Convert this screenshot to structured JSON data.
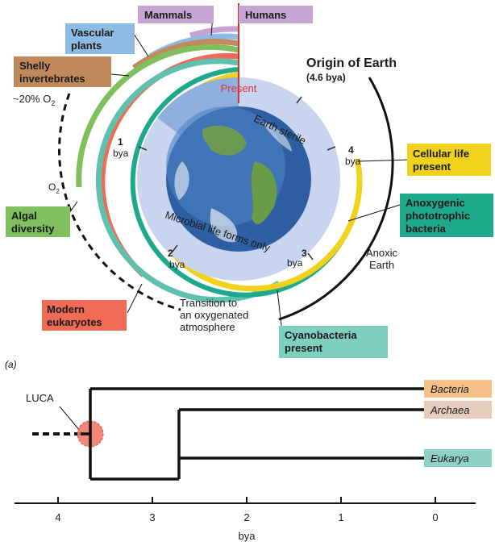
{
  "panel_a": {
    "label": "(a)",
    "present_label": "Present",
    "origin_title": "Origin of Earth",
    "origin_sub": "(4.6 bya)",
    "earth_sterile": "Earth sterile",
    "microbial": "Microbial life forms only",
    "o2_left": "~20% O",
    "o2_left_sub": "2",
    "o2_small": "O",
    "o2_small_sub": "2",
    "anoxic": [
      "Anoxic",
      "Earth"
    ],
    "transition": [
      "Transition to",
      "an oxygenated",
      "atmosphere"
    ],
    "ticks": [
      {
        "num": "1",
        "unit": "bya"
      },
      {
        "num": "2",
        "unit": "bya"
      },
      {
        "num": "3",
        "unit": "bya"
      },
      {
        "num": "4",
        "unit": "bya"
      }
    ],
    "boxes": {
      "mammals": {
        "lines": [
          "Mammals"
        ],
        "color": "#c7a3d4"
      },
      "humans": {
        "lines": [
          "Humans"
        ],
        "color": "#c7a3d4"
      },
      "vascular": {
        "lines": [
          "Vascular",
          "plants"
        ],
        "color": "#8ebbe3"
      },
      "shelly": {
        "lines": [
          "Shelly",
          "invertebrates"
        ],
        "color": "#c08a5c"
      },
      "algal": {
        "lines": [
          "Algal",
          "diversity"
        ],
        "color": "#7fbf5e"
      },
      "modern": {
        "lines": [
          "Modern",
          "eukaryotes"
        ],
        "color": "#ef6b55"
      },
      "cellular": {
        "lines": [
          "Cellular life",
          "present"
        ],
        "color": "#f0d21c"
      },
      "anoxygenic": {
        "lines": [
          "Anoxygenic",
          "phototrophic",
          "bacteria"
        ],
        "color": "#1ea88c"
      },
      "cyano": {
        "lines": [
          "Cyanobacteria",
          "present"
        ],
        "color": "#7fcfbf"
      }
    }
  },
  "panel_b": {
    "luca": "LUCA",
    "taxa": [
      {
        "name": "Bacteria",
        "color": "#f5c08a"
      },
      {
        "name": "Archaea",
        "color": "#e6cdbb"
      },
      {
        "name": "Eukarya",
        "color": "#8fd1c4"
      }
    ],
    "axis_title": "bya",
    "axis_ticks": [
      "4",
      "3",
      "2",
      "1",
      "0"
    ]
  }
}
